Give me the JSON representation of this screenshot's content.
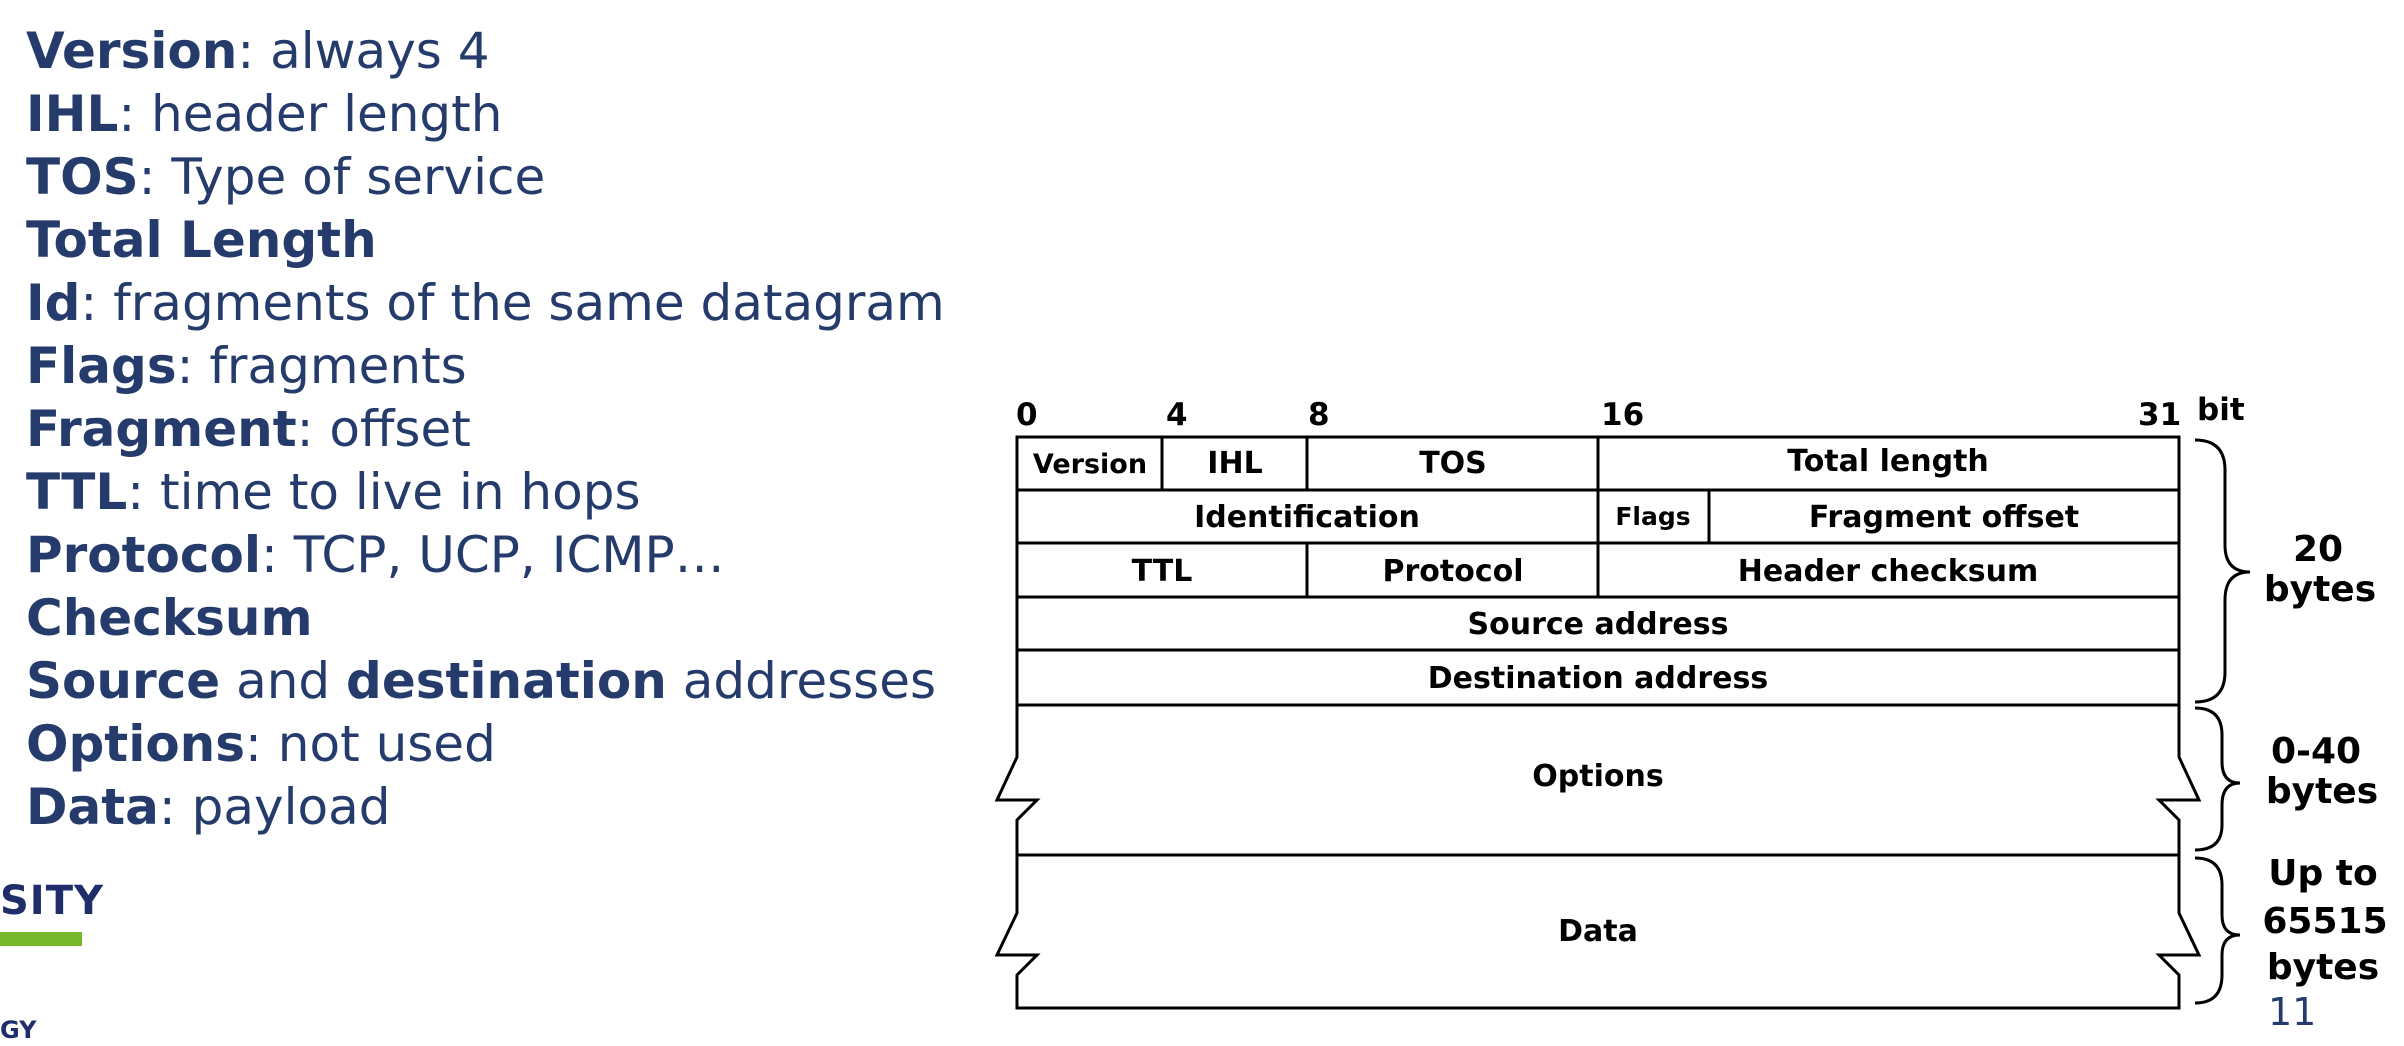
{
  "definitions": [
    {
      "term": "Version",
      "desc": ": always 4"
    },
    {
      "term": "IHL",
      "desc": ": header length"
    },
    {
      "term": "TOS",
      "desc": ": Type of service"
    },
    {
      "term": "Total Length",
      "desc": ""
    },
    {
      "term": "Id",
      "desc": ": fragments of the same datagram"
    },
    {
      "term": "Flags",
      "desc": ": fragments"
    },
    {
      "term": "Fragment",
      "desc": ": offset"
    },
    {
      "term": "TTL",
      "desc": ": time to live in hops"
    },
    {
      "term": "Protocol",
      "desc": ": TCP, UCP, ICMP…"
    },
    {
      "term": "Checksum",
      "desc": ""
    },
    {
      "term": "Source",
      "mid": " and ",
      "term2": "destination",
      "desc": " addresses"
    },
    {
      "term": "Options",
      "desc": ": not used"
    },
    {
      "term": "Data",
      "desc": ": payload"
    }
  ],
  "logo": {
    "text": "SITY",
    "text2": "GY",
    "bar_color": "#77b82a"
  },
  "diagram": {
    "bit_labels": [
      "0",
      "4",
      "8",
      "16",
      "31"
    ],
    "bit_unit": "bit",
    "fields": {
      "version": "Version",
      "ihl": "IHL",
      "tos": "TOS",
      "total_length": "Total length",
      "identification": "Identification",
      "flags": "Flags",
      "fragment_offset": "Fragment offset",
      "ttl": "TTL",
      "protocol": "Protocol",
      "header_checksum": "Header checksum",
      "source_address": "Source address",
      "destination_address": "Destination address",
      "options": "Options",
      "data": "Data"
    },
    "braces": [
      {
        "line1": "20",
        "line2": "bytes"
      },
      {
        "line1": "0-40",
        "line2": "bytes"
      },
      {
        "line1": "Up to",
        "line2": "65515",
        "line3": "bytes"
      }
    ]
  },
  "page_number": "11"
}
